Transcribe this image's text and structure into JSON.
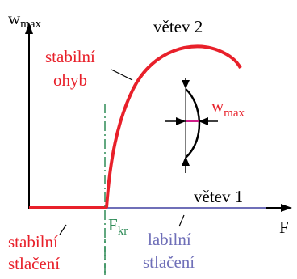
{
  "axes": {
    "y_label": "w",
    "y_label_sub": "max",
    "x_label": "F"
  },
  "branches": {
    "branch2": "větev 2",
    "branch1": "větev 1"
  },
  "annotations": {
    "stable_bending_line1": "stabilní",
    "stable_bending_line2": "ohyb",
    "beam_deflection": "w",
    "beam_deflection_sub": "max",
    "critical_force": "F",
    "critical_force_sub": "kr",
    "stable_compression_line1": "stabilní",
    "stable_compression_line2": "stlačení",
    "unstable_compression_line1": "labilní",
    "unstable_compression_line2": "stlačení"
  },
  "colors": {
    "red": "#e8202a",
    "blue": "#6f6fb8",
    "green": "#2e8b57",
    "black": "#000000",
    "magenta": "#d0208a"
  }
}
